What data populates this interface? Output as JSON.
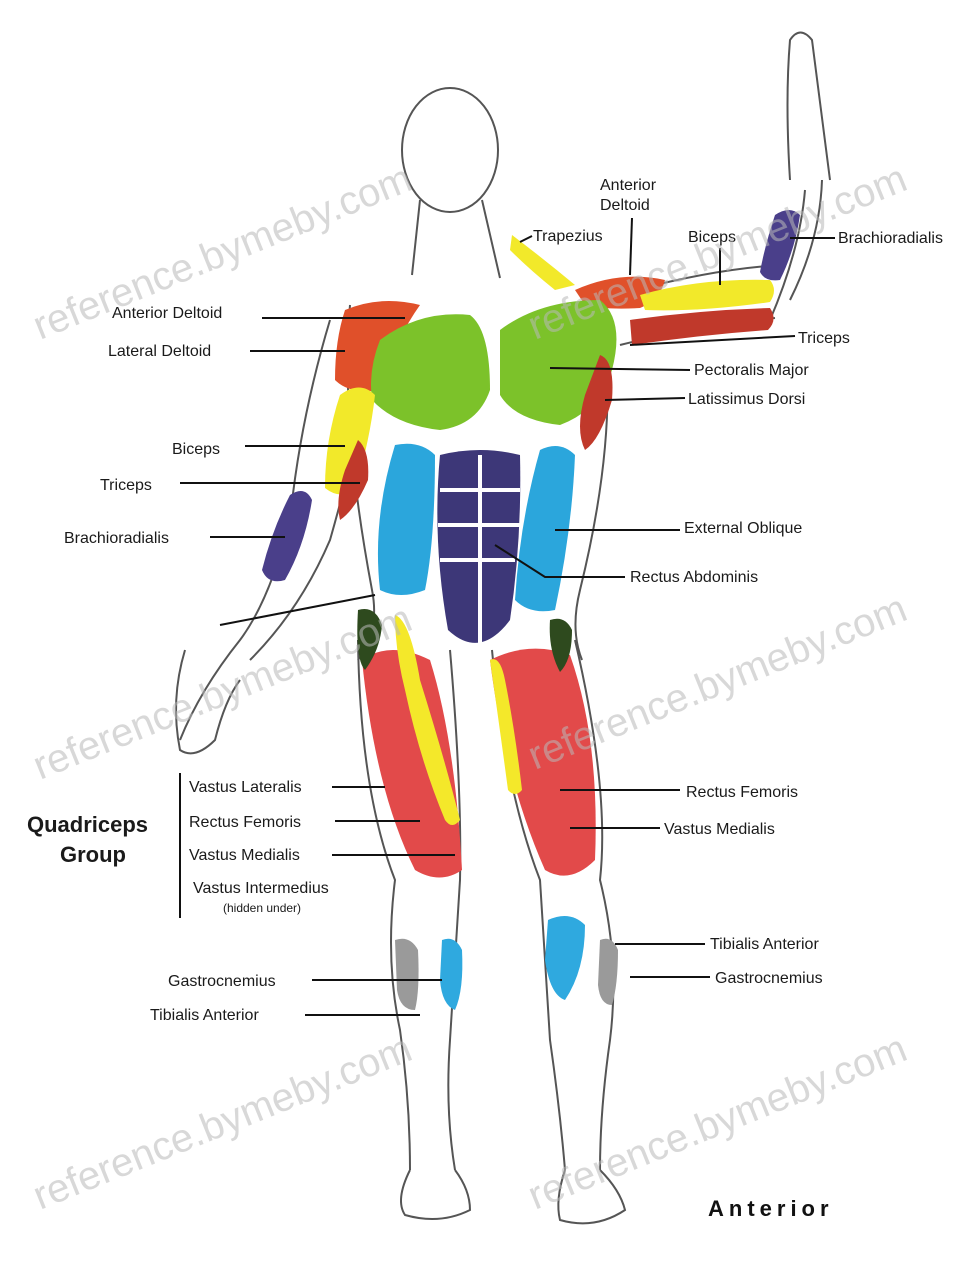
{
  "view_title": "Anterior",
  "watermark_text": "reference.bymeby.com",
  "group": {
    "title_line1": "Quadriceps",
    "title_line2": "Group",
    "note": "(hidden under)"
  },
  "labels": {
    "anterior_deltoid_top_line1": "Anterior",
    "anterior_deltoid_top_line2": "Deltoid",
    "trapezius": "Trapezius",
    "biceps_right": "Biceps",
    "brachioradialis_right": "Brachioradialis",
    "anterior_deltoid_left": "Anterior Deltoid",
    "lateral_deltoid": "Lateral Deltoid",
    "triceps_right": "Triceps",
    "pectoralis_major": "Pectoralis Major",
    "latissimus_dorsi": "Latissimus Dorsi",
    "biceps_left": "Biceps",
    "triceps_left": "Triceps",
    "brachioradialis_left": "Brachioradialis",
    "external_oblique": "External Oblique",
    "rectus_abdominis": "Rectus Abdominis",
    "vastus_lateralis": "Vastus Lateralis",
    "rectus_femoris_left": "Rectus Femoris",
    "vastus_medialis_left": "Vastus Medialis",
    "vastus_intermedius": "Vastus Intermedius",
    "rectus_femoris_right": "Rectus Femoris",
    "vastus_medialis_right": "Vastus Medialis",
    "tibialis_anterior_right": "Tibialis Anterior",
    "gastrocnemius_right": "Gastrocnemius",
    "gastrocnemius_left": "Gastrocnemius",
    "tibialis_anterior_left": "Tibialis Anterior"
  },
  "colors": {
    "deltoid": "#e0502a",
    "pectoralis": "#7cc22a",
    "biceps": "#f2e92a",
    "brachioradialis": "#4a3f8a",
    "abdominis": "#3d3778",
    "oblique": "#2ba6dc",
    "quadriceps": "#e24a4a",
    "sartorius": "#f4e82a",
    "tibialis": "#2fa9df",
    "triceps": "#c0392b"
  }
}
